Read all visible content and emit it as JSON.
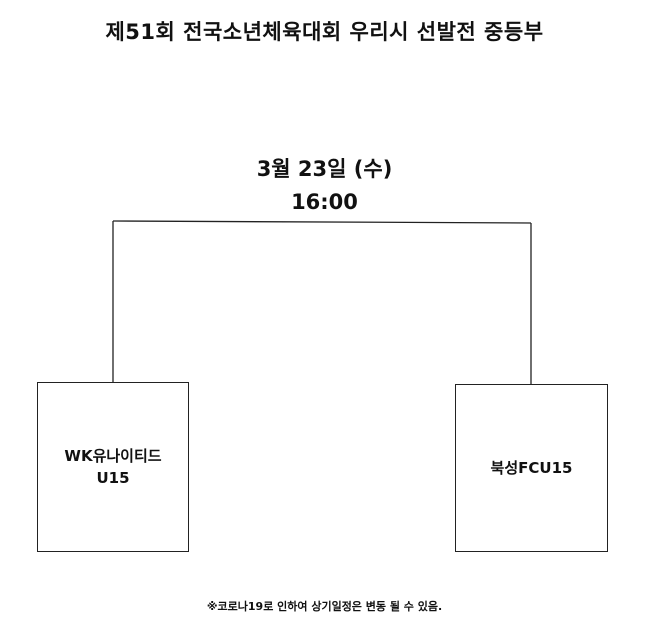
{
  "title": "제51회 전국소년체육대회 우리시 선발전 중등부",
  "match": {
    "date": "3월 23일 (수)",
    "time": "16:00"
  },
  "teams": [
    {
      "name": "WK유나이티드\nU15"
    },
    {
      "name": "북성FCU15"
    }
  ],
  "footnote": "※코로나19로 인하여 상기일정은 변동 될 수 있음.",
  "colors": {
    "line": "#222222",
    "text": "#111111",
    "background": "#ffffff"
  }
}
